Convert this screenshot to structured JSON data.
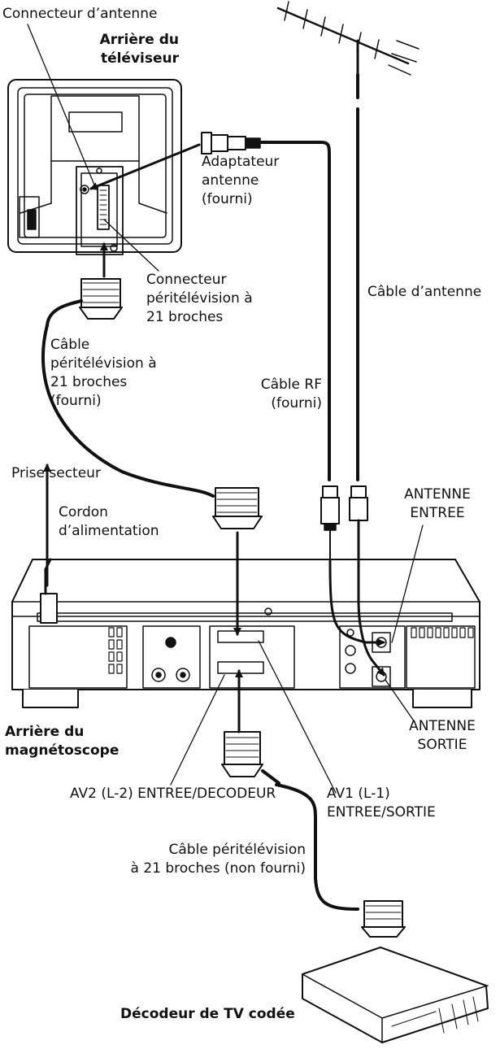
{
  "labels": {
    "connecteur_antenne": "Connecteur d’antenne",
    "arriere_tv": "Arrière du\ntéléviseur",
    "adaptateur": "Adaptateur\nantenne\n(fourni)",
    "connecteur_peritel": "Connecteur\npéritélévision à\n21 broches",
    "cable_antenne": "Câble d’antenne",
    "cable_peritel_fourni": "Câble\npéritélévision à\n21 broches\n(fourni)",
    "cable_rf": "Câble RF\n(fourni)",
    "prise_secteur": "Prise secteur",
    "cordon": "Cordon\nd’alimentation",
    "antenne_entree": "ANTENNE\nENTREE",
    "arriere_magneto": "Arrière du\nmagnétoscope",
    "antenne_sortie": "ANTENNE\nSORTIE",
    "av2": "AV2 (L-2) ENTREE/DECODEUR",
    "av1": "AV1 (L-1)\nENTREE/SORTIE",
    "cable_peritel_non_fourni": "Câble péritélévision\nà 21 broches (non fourni)",
    "decodeur": "Décodeur de TV codée"
  }
}
